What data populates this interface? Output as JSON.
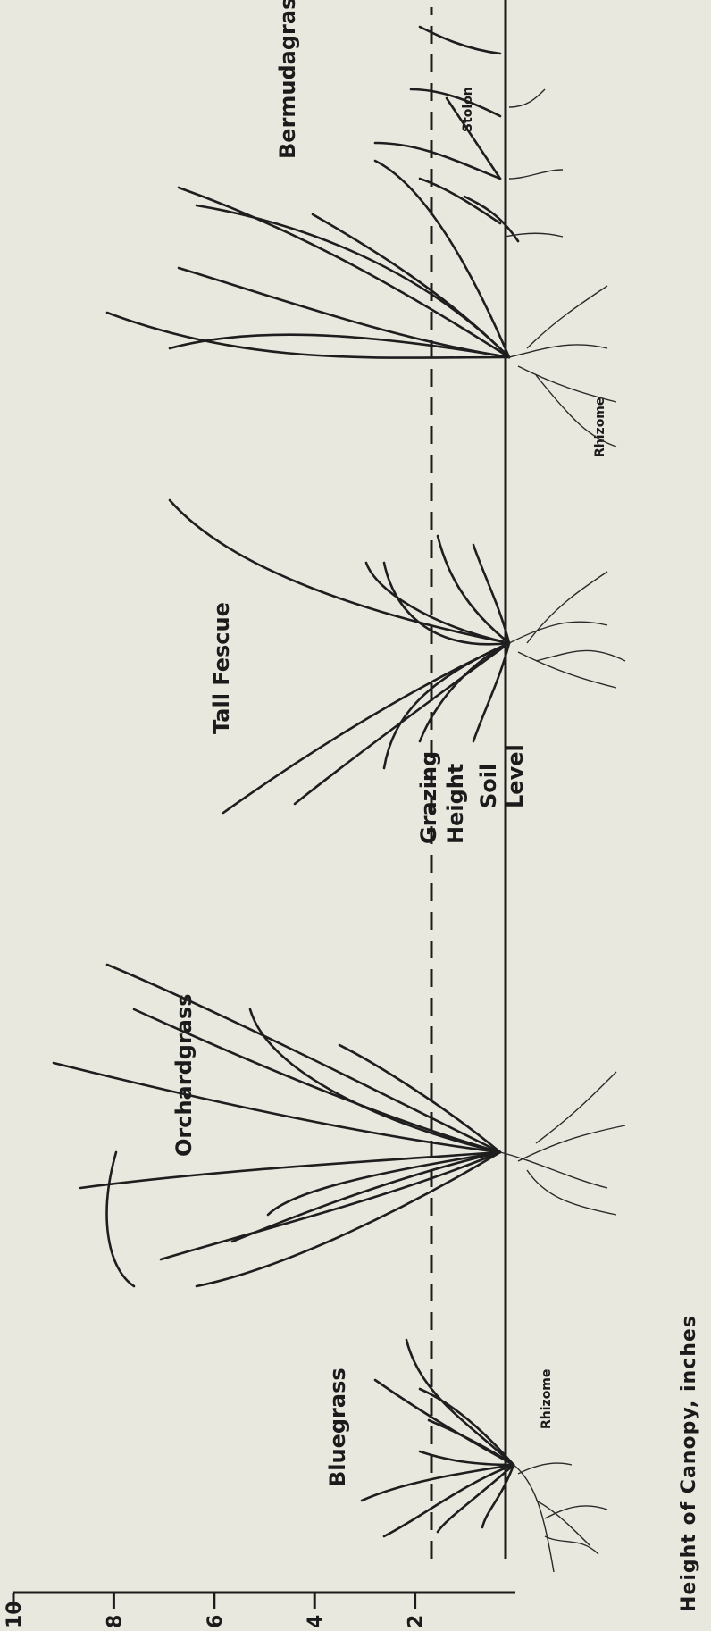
{
  "axis": {
    "label": "Height of Canopy, inches",
    "ticks": [
      "2",
      "4",
      "6",
      "8",
      "10"
    ],
    "tick_values": [
      2,
      4,
      6,
      8,
      10
    ],
    "range": [
      0,
      10
    ]
  },
  "reference_lines": {
    "grazing": {
      "label_line1": "Grazing",
      "label_line2": "Height",
      "value": 1.5,
      "style": "dashed"
    },
    "soil": {
      "label_line1": "Soil",
      "label_line2": "Level",
      "value": 0,
      "style": "solid"
    }
  },
  "plants": {
    "bluegrass": {
      "name": "Bluegrass",
      "annotation": "Rhizome"
    },
    "orchardgrass": {
      "name": "Orchardgrass"
    },
    "tall_fescue": {
      "name": "Tall Fescue"
    },
    "bermudagrass": {
      "name": "Bermudagrass",
      "annotation_stolon": "Stolon",
      "annotation_rhizome": "Rhizome"
    }
  },
  "colors": {
    "ink": "#1b1b1b",
    "paper": "#e9e8df"
  }
}
